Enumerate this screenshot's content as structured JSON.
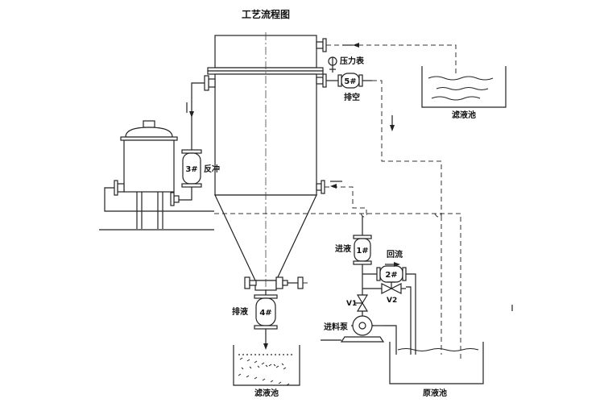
{
  "title": "工艺流程图",
  "labels": {
    "pressure_gauge": "压力表",
    "valve5": "5#",
    "vent": "排空",
    "filtrate_pool_top": "滤液池",
    "valve3": "3#",
    "backflush": "反冲",
    "valve1": "1#",
    "inlet": "进液",
    "return_flow": "回流",
    "valve2": "2#",
    "v1": "V1",
    "v2": "V2",
    "feed_pump": "进料泵",
    "valve4": "4#",
    "discharge": "排液",
    "filtrate_pool_bottom": "滤液池",
    "raw_pool": "原液池"
  },
  "colors": {
    "line": "#222222",
    "background": "#ffffff"
  }
}
